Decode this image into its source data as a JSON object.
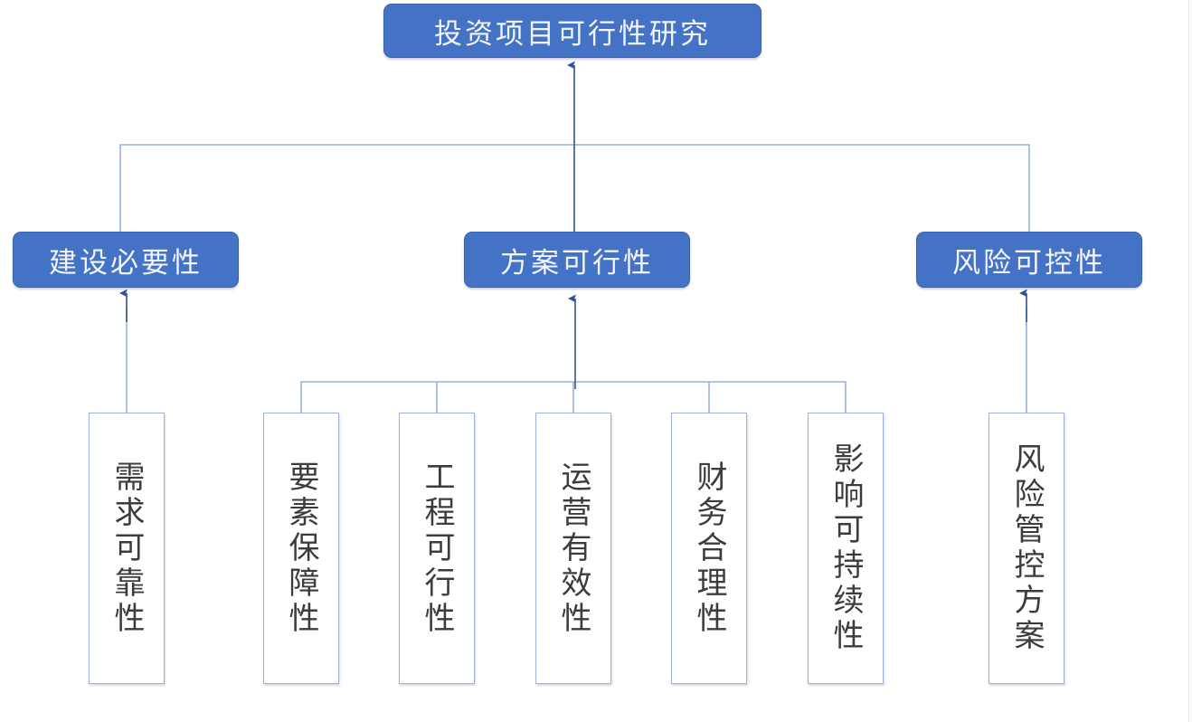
{
  "diagram": {
    "type": "hierarchy-tree",
    "title": "投资项目可行性研究",
    "colors": {
      "node_fill": "#4472C4",
      "node_text": "#F2F5FB",
      "leaf_border": "#9BB2DC",
      "leaf_fill": "#FFFFFF",
      "leaf_text": "#3C3C3C",
      "connector": "#9BB2DC",
      "arrowhead": "#2F5597",
      "background": "#FFFFFF"
    },
    "root": {
      "label": "投资项目可行性研究"
    },
    "branches": [
      {
        "label": "建设必要性",
        "leaves": [
          {
            "label": "需求可靠性"
          }
        ]
      },
      {
        "label": "方案可行性",
        "leaves": [
          {
            "label": "要素保障性"
          },
          {
            "label": "工程可行性"
          },
          {
            "label": "运营有效性"
          },
          {
            "label": "财务合理性"
          },
          {
            "label": "影响可持续性"
          }
        ]
      },
      {
        "label": "风险可控性",
        "leaves": [
          {
            "label": "风险管控方案"
          }
        ]
      }
    ],
    "leaves_flat": [
      "需求可靠性",
      "要素保障性",
      "工程可行性",
      "运营有效性",
      "财务合理性",
      "影响可持续性",
      "风险管控方案"
    ]
  }
}
